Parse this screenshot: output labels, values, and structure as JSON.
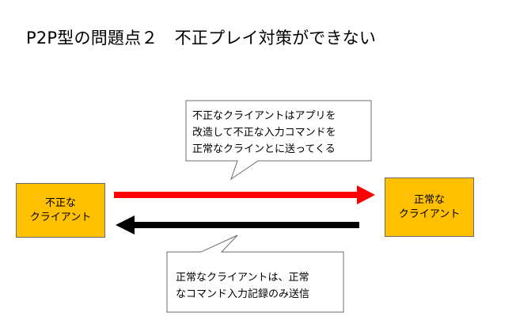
{
  "title": "P2P型の問題点２　不正プレイ対策ができない",
  "nodes": {
    "left": {
      "line1": "不正な",
      "line2": "クライアント"
    },
    "right": {
      "line1": "正常な",
      "line2": "クライアント"
    }
  },
  "callouts": {
    "top": {
      "line1": "不正なクライアントはアプリを",
      "line2": "改造して不正な入力コマンドを",
      "line3": "正常なクラインとに送ってくる"
    },
    "bottom": {
      "line1": "正常なクライアントは、正常",
      "line2": "なコマンド入力記録のみ送信"
    }
  },
  "colors": {
    "node_fill": "#FFC000",
    "arrow_cheat": "#FF0000",
    "arrow_normal": "#000000"
  }
}
